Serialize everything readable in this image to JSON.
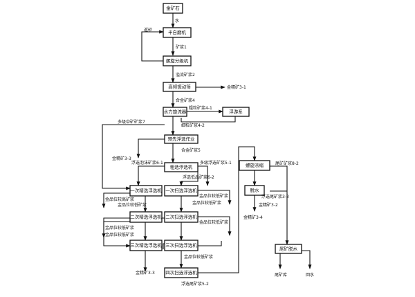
{
  "boxes": {
    "ore": "金矿石",
    "semi_ag_mill": "半自磨机",
    "cyclone": "螺旋分级机",
    "hi_freq_screen": "高频振动筛",
    "hydrocyclone": "水力旋流器",
    "reprocess": "浮游系",
    "pre_flotation": "预先浮选作业",
    "rough_flotation": "粗选浮选机",
    "clean1": "一次精选浮选机",
    "clean2": "二次精选浮选机",
    "clean3": "三次精选浮选机",
    "scav1": "一次扫选浮选机",
    "scav2": "二次扫选浮选机",
    "scav3": "三次扫选浮选机",
    "scav4": "四次扫选浮选机",
    "thickener": "螺旋浓缩",
    "filter": "脱水",
    "tail_dewater": "尾矿脱水"
  },
  "labels": {
    "water": "水",
    "returned_sand": "返砂",
    "slurry1": "矿浆1",
    "slurry2": "溢流矿浆2",
    "gold_conc_3_1": "金精矿3-1",
    "slurry4": "合金矿浆4",
    "overflow_4_1": "粗粒矿浆4-1",
    "middling_ore_7": "多级中矿矿浆7",
    "fine_4_2": "细粒矿浆4-2",
    "gold_conc_3_3": "金精矿3-3",
    "slurry5": "合金矿浆5",
    "float_conc_6_1": "浮选泡沫矿浆6-1",
    "float_tail_5_1": "多级浮选矿浆5-1",
    "float_tail_6_2": "浮选低品矿浆6-2",
    "gold_low_a": "金品位较高矿浆",
    "gold_low_b": "金品位较低矿浆",
    "gold_low_c": "金品位较低矿浆",
    "gold_low_d": "金品位较低矿浆",
    "gold_low_e": "金品位较低矿浆",
    "gold_low_f": "金品位较低矿浆",
    "gold_low_g": "金品位较低矿浆",
    "gold_low_h": "金品位较低矿浆",
    "gold_conc_3_3b": "金精矿3-3",
    "float_tail_5_2": "浮选尾矿浆5-2",
    "tail_slurry_8_2": "尾矿矿浆8-2",
    "low_grade_3_3": "浮选尾矿浆3-3",
    "gold_conc_3_2": "金精矿3-2",
    "gold_conc_3_4": "金精矿3-4",
    "tailings": "尾矿库",
    "return_water": "回水"
  }
}
